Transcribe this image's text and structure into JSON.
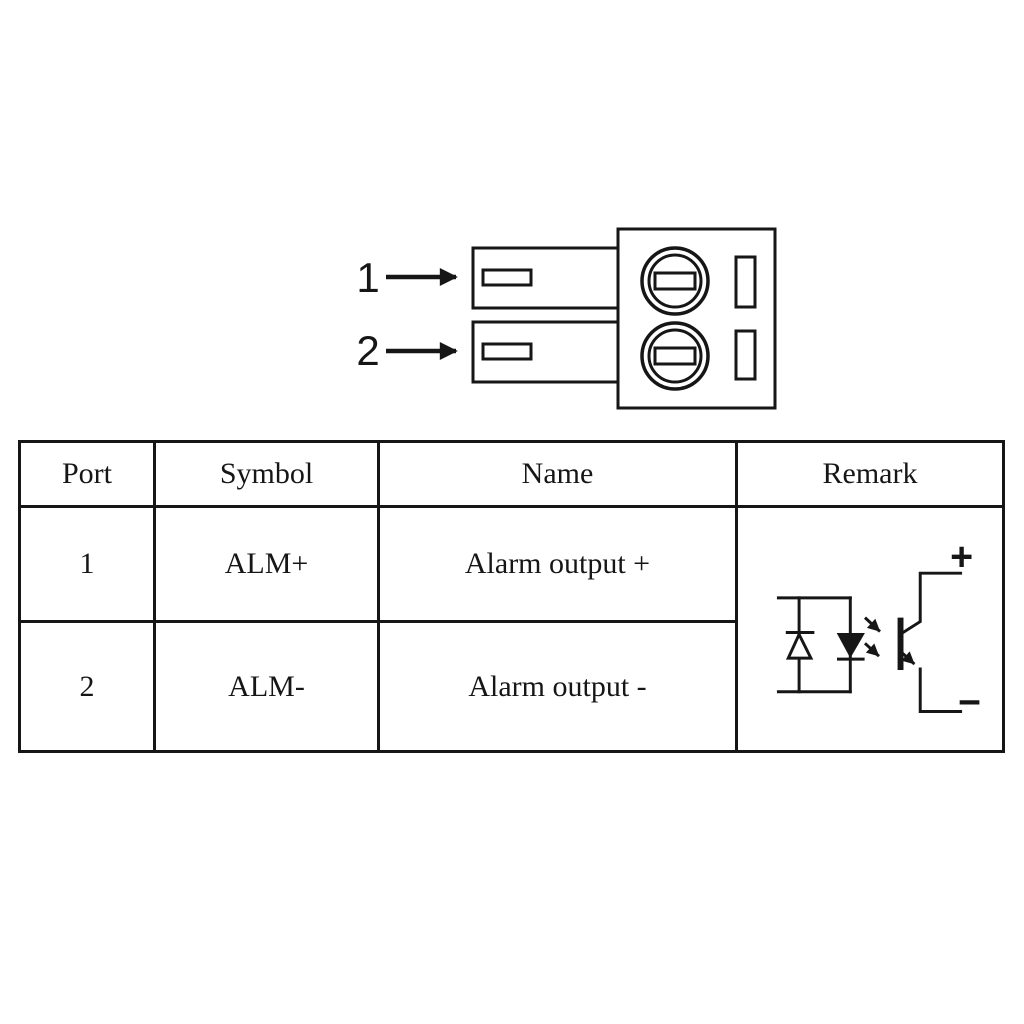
{
  "connector_diagram": {
    "pin_labels": [
      "1",
      "2"
    ]
  },
  "pin_table": {
    "headers": [
      "Port",
      "Symbol",
      "Name",
      "Remark"
    ],
    "rows": [
      {
        "port": "1",
        "symbol": "ALM+",
        "name": "Alarm output +"
      },
      {
        "port": "2",
        "symbol": "ALM-",
        "name": "Alarm output -"
      }
    ],
    "remark_circuit": {
      "icon": "optocoupler-alarm-output-circuit-icon",
      "plus_label": "+",
      "minus_label": "−"
    }
  },
  "colors": {
    "ink": "#161616",
    "background": "#ffffff"
  }
}
